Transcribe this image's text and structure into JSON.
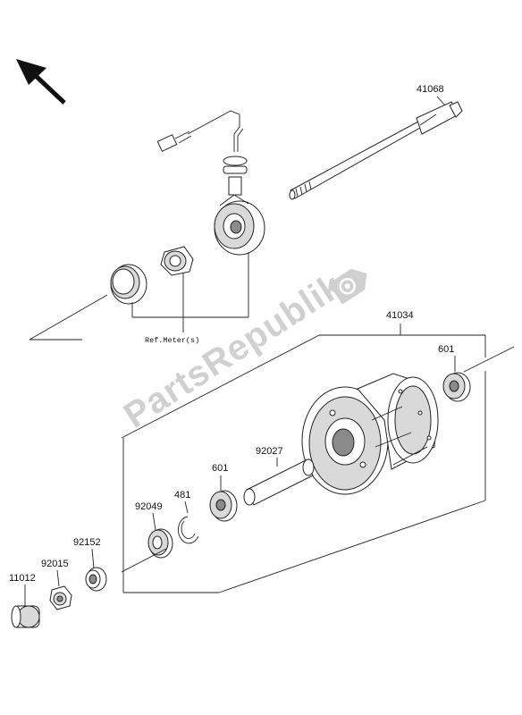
{
  "diagram": {
    "watermark": "PartsRepublik",
    "ref_label": "Ref.Meter(s)",
    "part_numbers": {
      "axle": "41068",
      "hub": "41034",
      "bearing_right": "601",
      "spacer": "92027",
      "bearing_left": "601",
      "circlip": "481",
      "oil_seal": "92049",
      "collar": "92152",
      "nut": "92015",
      "cap": "11012"
    }
  }
}
